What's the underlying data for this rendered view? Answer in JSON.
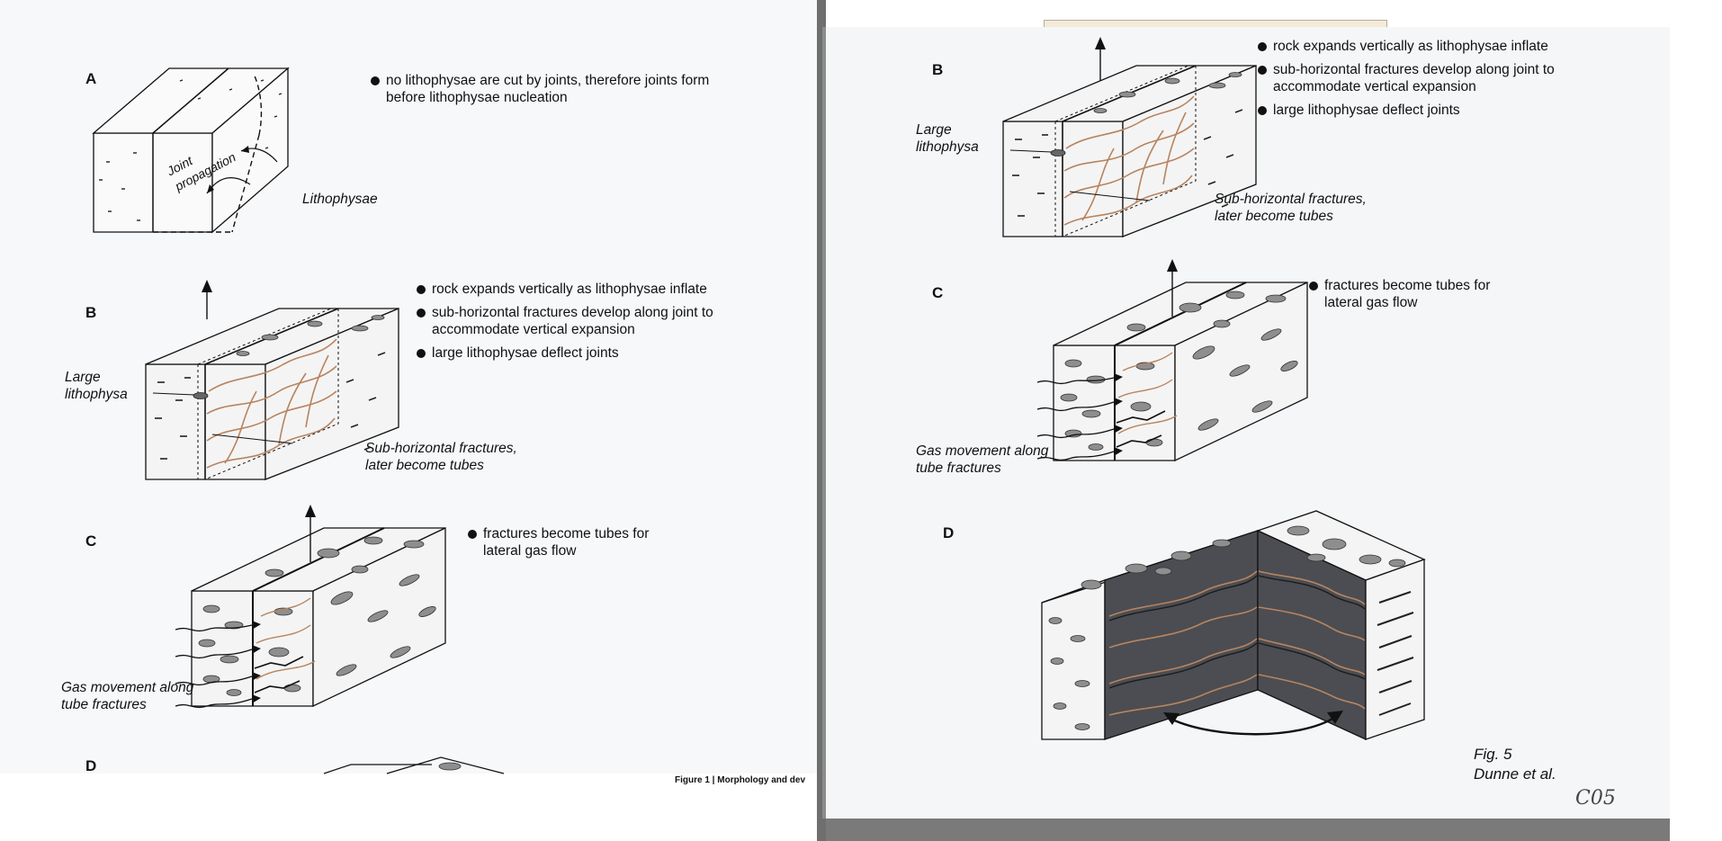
{
  "left_page": {
    "panel_a": {
      "label": "A",
      "bullets": [
        "no lithophysae are cut by joints, therefore joints form before lithophysae nucleation"
      ],
      "annotations": {
        "joint_propagation": "Joint propagation",
        "lithophysae": "Lithophysae"
      }
    },
    "panel_b": {
      "label": "B",
      "bullets": [
        "rock expands vertically as lithophysae inflate",
        "sub-horizontal fractures develop along joint to accommodate vertical expansion",
        "large lithophysae deflect joints"
      ],
      "annotations": {
        "large_lithophysa": "Large lithophysa",
        "sub_horizontal": "Sub-horizontal fractures, later become tubes"
      }
    },
    "panel_c": {
      "label": "C",
      "bullets": [
        "fractures become tubes for lateral gas flow"
      ],
      "annotations": {
        "gas_movement": "Gas movement along tube fractures"
      }
    },
    "panel_d": {
      "label": "D"
    },
    "caption": "Figure 1 | Morphology and dev"
  },
  "right_page": {
    "panel_b": {
      "label": "B",
      "bullets": [
        "rock expands vertically as lithophysae inflate",
        "sub-horizontal fractures develop along joint to accommodate vertical expansion",
        "large lithophysae deflect joints"
      ],
      "annotations": {
        "large_lithophysa": "Large lithophysa",
        "sub_horizontal": "Sub-horizontal fractures, later become tubes"
      }
    },
    "panel_c": {
      "label": "C",
      "bullets": [
        "fractures become tubes for lateral gas flow"
      ],
      "annotations": {
        "gas_movement": "Gas movement along tube fractures"
      }
    },
    "panel_d": {
      "label": "D"
    },
    "fig_label": "Fig. 5",
    "authors": "Dunne et al.",
    "signature": "C05"
  },
  "colors": {
    "fracture": "#b8845f",
    "lithophysa": "#8e8e8e",
    "dark_face": "#4b4d52"
  }
}
